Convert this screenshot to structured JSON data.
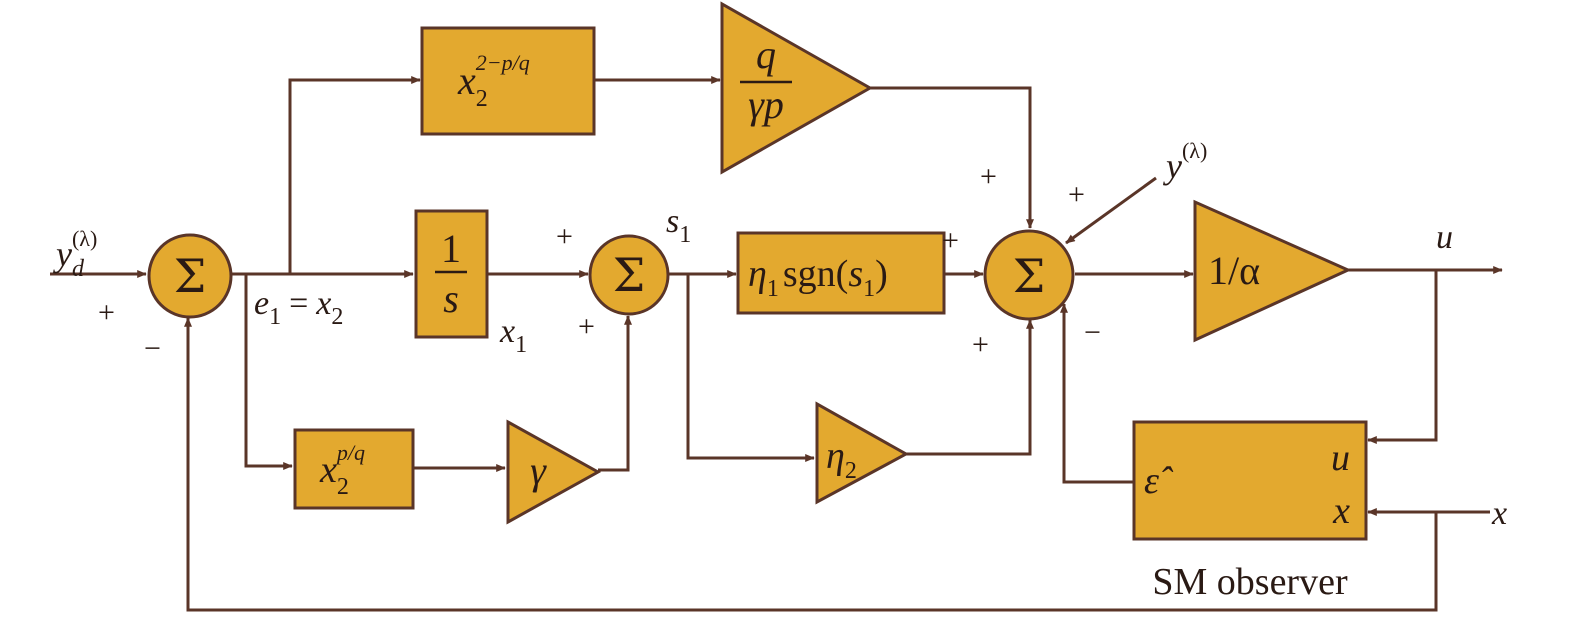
{
  "colors": {
    "block_fill": "#E3A92F",
    "line": "#5A3528"
  },
  "blocks": {
    "integrator": {
      "num": "1",
      "den": "s"
    },
    "power_top": {
      "base": "x",
      "base_sub": "2",
      "exponent": "2−p/q"
    },
    "power_bottom": {
      "base": "x",
      "base_sub": "2",
      "exponent": "p/q"
    },
    "gain_top": {
      "num": "q",
      "den": "γp"
    },
    "gain_gamma": "γ",
    "gain_eta2": {
      "sym": "η",
      "sub": "2"
    },
    "switch": {
      "eta": "η",
      "eta_sub": "1",
      "func": "sgn(",
      "arg": "s",
      "arg_sub": "1",
      "close": ")"
    },
    "gain_alpha": "1/α",
    "observer": {
      "label": "SM observer",
      "out": "ε̂",
      "in_u": "u",
      "in_x": "x"
    }
  },
  "summers": {
    "symbol": "Σ"
  },
  "signals": {
    "yd": {
      "base": "y",
      "sub": "d",
      "sup": "(λ)"
    },
    "y": {
      "base": "y",
      "sup": "(λ)"
    },
    "e1_eq": {
      "e": "e",
      "e_sub": "1",
      "eq": "=",
      "x": "x",
      "x_sub": "2"
    },
    "x1": {
      "base": "x",
      "sub": "1"
    },
    "s1": {
      "base": "s",
      "sub": "1"
    },
    "u": "u",
    "x": "x"
  },
  "signs": {
    "sum1_in": "+",
    "sum1_fb": "−",
    "sum2_top": "+",
    "sum2_bot": "+",
    "sum3_top": "+",
    "sum3_y": "+",
    "sum3_left": "+",
    "sum3_bot": "+",
    "sum3_obs": "−"
  }
}
